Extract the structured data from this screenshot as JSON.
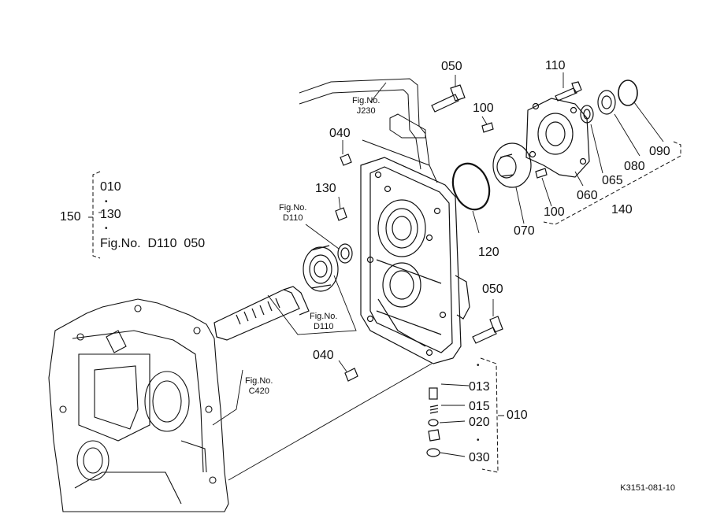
{
  "parts": {
    "p050_top": "050",
    "p110": "110",
    "p100_top": "100",
    "p040_top": "040",
    "p130": "130",
    "p120": "120",
    "p070": "070",
    "p100_bot": "100",
    "p060": "060",
    "p065": "065",
    "p080": "080",
    "p090": "090",
    "p140": "140",
    "p050_mid": "050",
    "p040_bot": "040",
    "p013": "013",
    "p015": "015",
    "p020": "020",
    "p030": "030",
    "p010_right": "010"
  },
  "legend150": {
    "number": "150",
    "line1": "010",
    "line2": "130",
    "line3": "Fig.No.  D110  050"
  },
  "figrefs": {
    "j230": {
      "line1": "Fig.No.",
      "line2": "J230"
    },
    "d110_top": {
      "line1": "Fig.No.",
      "line2": "D110"
    },
    "d110_bot": {
      "line1": "Fig.No.",
      "line2": "D110"
    },
    "c420": {
      "line1": "Fig.No.",
      "line2": "C420"
    }
  },
  "drawing_code": "K3151-081-10"
}
